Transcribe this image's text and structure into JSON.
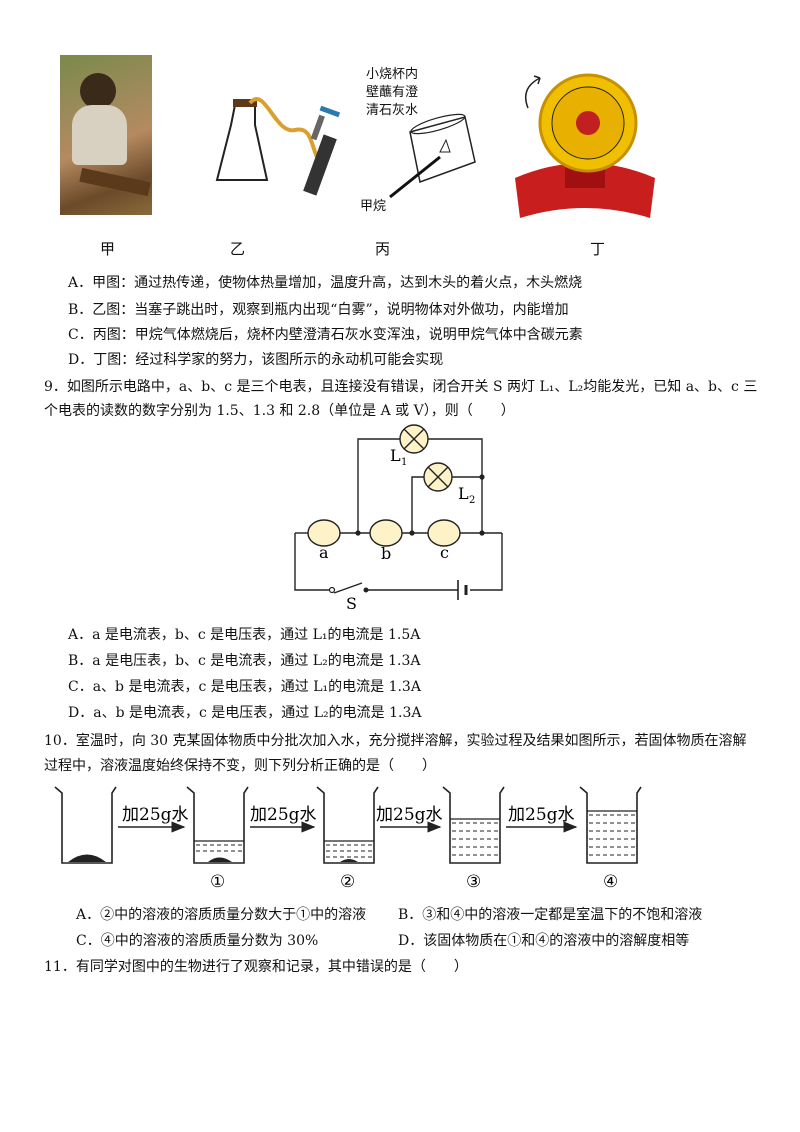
{
  "q8": {
    "figures": {
      "jia_label": "甲",
      "yi_label": "乙",
      "bing_label": "丙",
      "ding_label": "丁",
      "bing_note_1": "小烧杯内",
      "bing_note_2": "壁蘸有澄",
      "bing_note_3": "清石灰水",
      "bing_gas": "甲烷"
    },
    "options": [
      "A．甲图：通过热传递，使物体热量增加，温度升高，达到木头的着火点，木头燃烧",
      "B．乙图：当塞子跳出时，观察到瓶内出现“白雾”，说明物体对外做功，内能增加",
      "C．丙图：甲烷气体燃烧后，烧杯内壁澄清石灰水变浑浊，说明甲烷气体中含碳元素",
      "D．丁图：经过科学家的努力，该图所示的永动机可能会实现"
    ]
  },
  "q9": {
    "stem_line1": "9．如图所示电路中，a、b、c 是三个电表，且连接没有错误，闭合开关 S 两灯 L₁、L₂均能发光，已知 a、b、c 三",
    "stem_line2": "个电表的读数的数字分别为 1.5、1.3 和 2.8（单位是 A 或 V），则（　　）",
    "circuit": {
      "l1": "L",
      "l1_sub": "1",
      "l2": "L",
      "l2_sub": "2",
      "meter_a": "a",
      "meter_b": "b",
      "meter_c": "c",
      "switch": "S"
    },
    "options": [
      "A．a 是电流表，b、c 是电压表，通过 L₁的电流是 1.5A",
      "B．a 是电压表，b、c 是电流表，通过 L₂的电流是 1.3A",
      "C．a、b 是电流表，c 是电压表，通过 L₁的电流是 1.3A",
      "D．a、b 是电流表，c 是电压表，通过 L₂的电流是 1.3A"
    ]
  },
  "q10": {
    "stem_line1": "10．室温时，向 30 克某固体物质中分批次加入水，充分搅拌溶解，实验过程及结果如图所示，若固体物质在溶解",
    "stem_line2": "过程中，溶液温度始终保持不变，则下列分析正确的是（　　）",
    "arrow_label": "加25g水",
    "beaker_labels": [
      "①",
      "②",
      "③",
      "④"
    ],
    "options": {
      "a": "A．②中的溶液的溶质质量分数大于①中的溶液",
      "b": "B．③和④中的溶液一定都是室温下的不饱和溶液",
      "c": "C．④中的溶液的溶质质量分数为 30%",
      "d": "D．该固体物质在①和④的溶液中的溶解度相等"
    }
  },
  "q11": {
    "stem": "11．有同学对图中的生物进行了观察和记录，其中错误的是（　　）"
  }
}
